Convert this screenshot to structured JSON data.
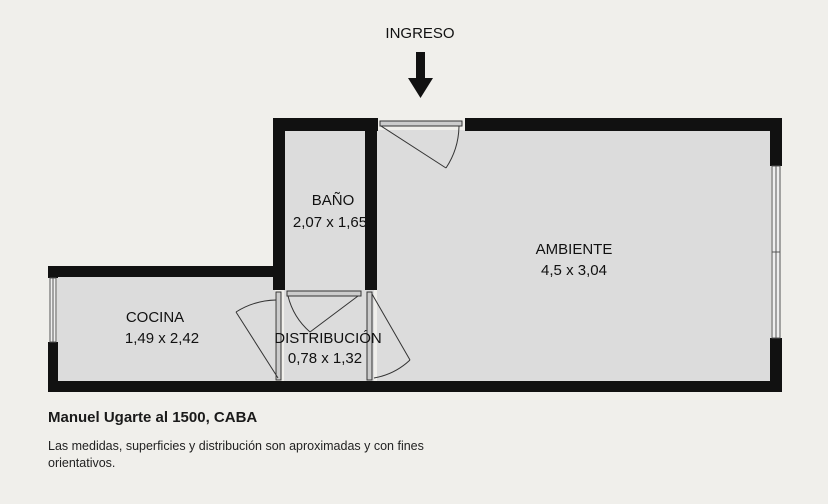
{
  "entrance": {
    "label": "INGRESO",
    "icon": "arrow-down-icon"
  },
  "rooms": {
    "bano": {
      "name": "BAÑO",
      "dimensions": "2,07  x 1,65"
    },
    "ambiente": {
      "name": "AMBIENTE",
      "dimensions": "4,5 x 3,04"
    },
    "cocina": {
      "name": "COCINA",
      "dimensions": "1,49 x 2,42"
    },
    "distribucion": {
      "name": "DISTRIBUCIÓN",
      "dimensions": "0,78 x 1,32"
    }
  },
  "footer": {
    "address": "Manuel Ugarte al 1500, CABA",
    "disclaimer": "Las medidas, superficies y distribución son aproximadas y con fines orientativos."
  },
  "colors": {
    "wall": "#111111",
    "floor": "#dcdcdc",
    "background": "#f0efeb"
  }
}
